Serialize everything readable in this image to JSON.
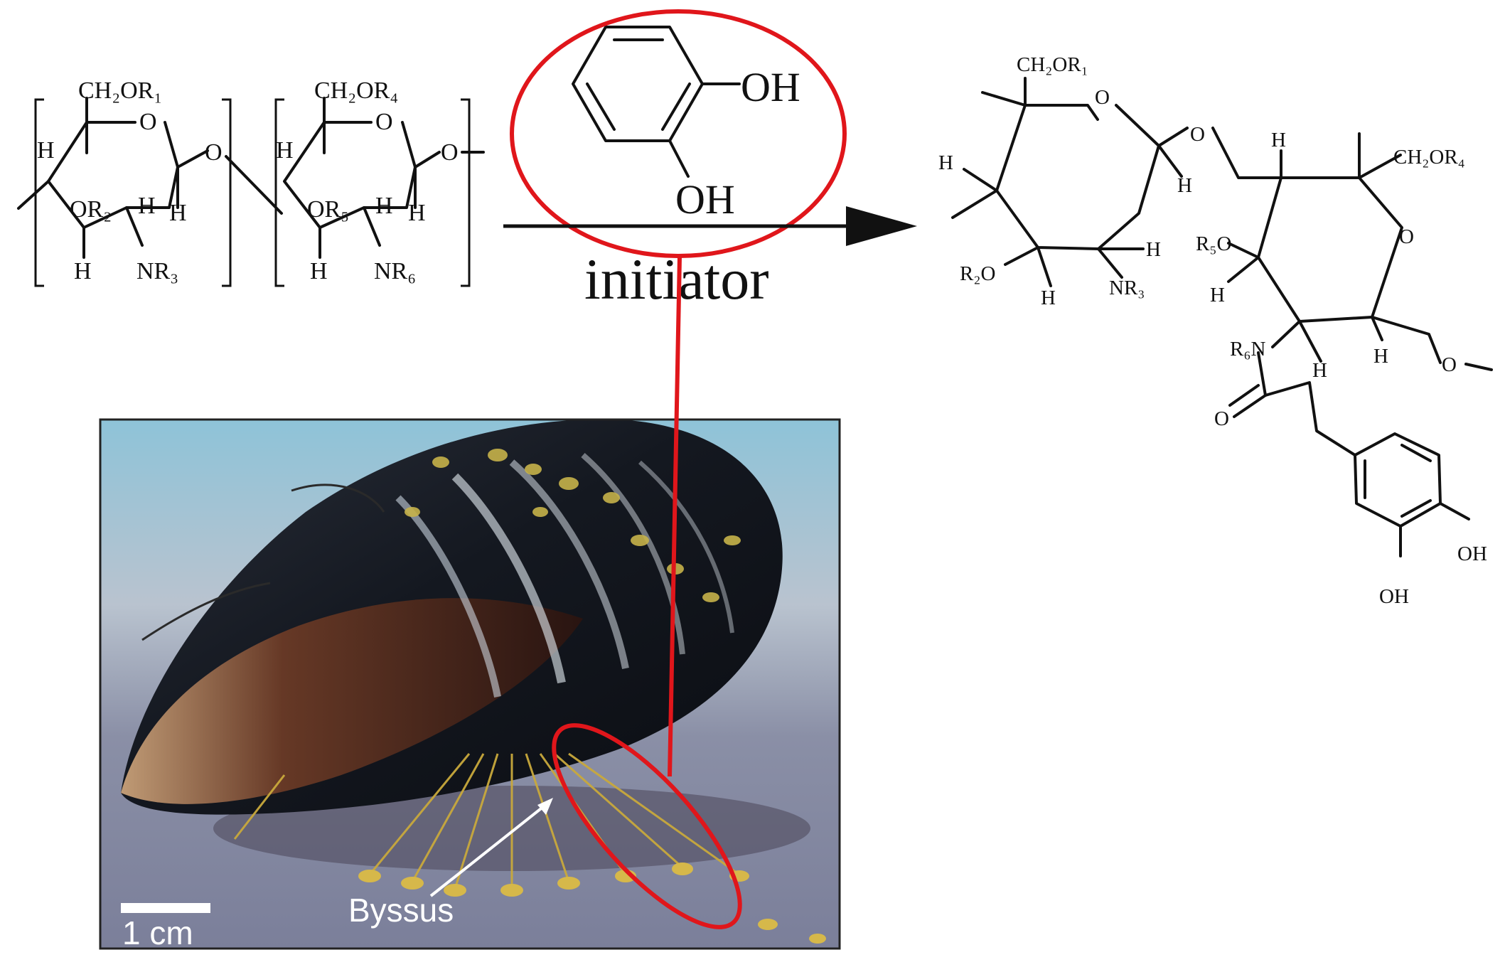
{
  "reactant": {
    "unit1": {
      "ch2or": "CH₂OR₁",
      "ring_o": "O",
      "or": "OR₂",
      "h_top": "H",
      "h_mid": "H",
      "h_right": "H",
      "h_bottom": "H",
      "nr": "NR₃",
      "bridge_o": "O"
    },
    "unit2": {
      "ch2or": "CH₂OR₄",
      "ring_o": "O",
      "or": "OR₅",
      "h_top": "H",
      "h_mid": "H",
      "h_right": "H",
      "h_bottom": "H",
      "nr": "NR₆",
      "bridge_o": "O"
    }
  },
  "reagent": {
    "oh_top": "OH",
    "oh_bottom": "OH"
  },
  "arrow": {
    "label": "initiator"
  },
  "product": {
    "ch2or1": "CH₂OR₁",
    "ring_o1": "O",
    "bridge_o": "O",
    "h_left": "H",
    "h_mid": "H",
    "h_nr": "H",
    "r2o": "R₂O",
    "h_bottom": "H",
    "nr3": "NR₃",
    "ch2or4": "CH₂OR₄",
    "h_top2": "H",
    "ring_o2": "O",
    "r5o": "R₅O",
    "h_left2": "H",
    "r6n": "R₆N",
    "h_under": "H",
    "h_right2": "H",
    "terminal_o": "O",
    "carbonyl_o": "O",
    "oh1": "OH",
    "oh2": "OH"
  },
  "photo": {
    "scalebar_label": "1 cm",
    "annotation": "Byssus"
  },
  "colors": {
    "highlight": "#e0161b",
    "ink": "#111111",
    "photo_bg": "#7d86a0"
  }
}
